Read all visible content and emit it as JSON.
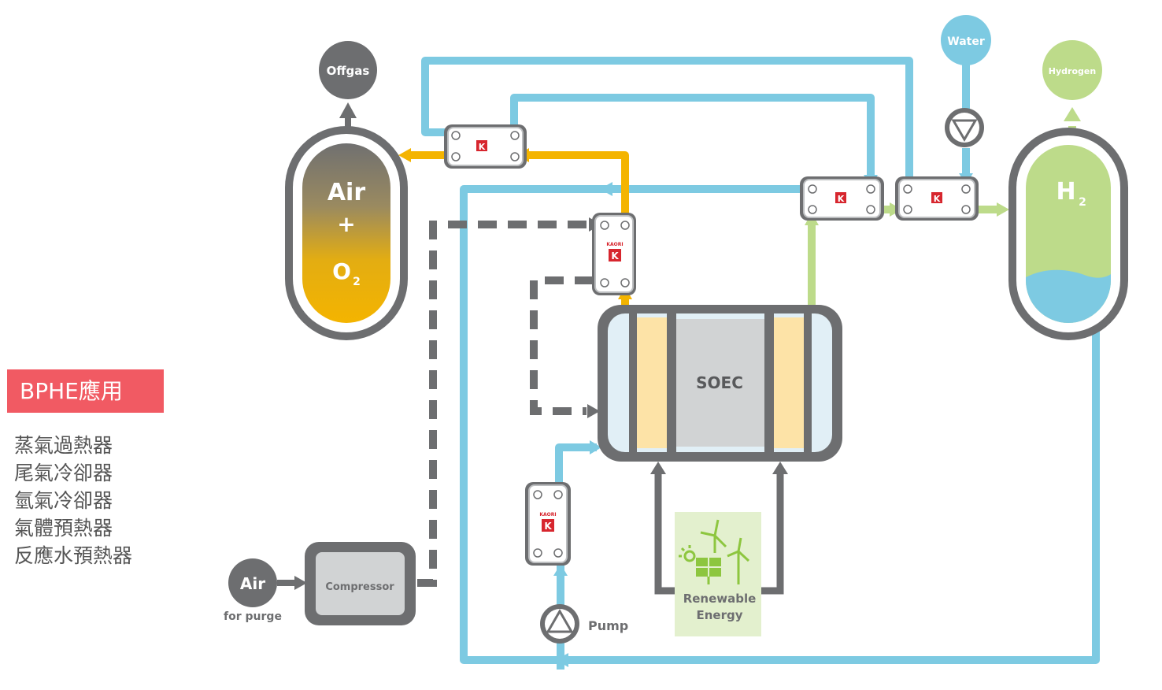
{
  "labels": {
    "offgas": "Offgas",
    "air_tank_air": "Air",
    "air_tank_plus": "+",
    "air_tank_o": "O",
    "air_tank_sub": "2",
    "h2_main": "H",
    "h2_sub": "2",
    "water": "Water",
    "hydrogen": "Hydrogen",
    "soec": "SOEC",
    "compressor": "Compressor",
    "air_purge": "Air",
    "for_purge": "for purge",
    "pump": "Pump",
    "renewable_line1": "Renewable",
    "renewable_line2": "Energy",
    "hx_brand": "KAORI",
    "hx_mark": "K"
  },
  "legend": {
    "title": "BPHE應用",
    "items": [
      "蒸氣過熱器",
      "尾氣冷卻器",
      "氫氣冷卻器",
      "氣體預熱器",
      "反應水預熱器"
    ]
  },
  "colors": {
    "water_line": "#7dcae2",
    "air_line": "#f4b400",
    "hydrogen_line": "#bddb8a",
    "structure_gray": "#6d6e70",
    "accent_red": "#f15a63",
    "kaori_red": "#d7262e"
  }
}
